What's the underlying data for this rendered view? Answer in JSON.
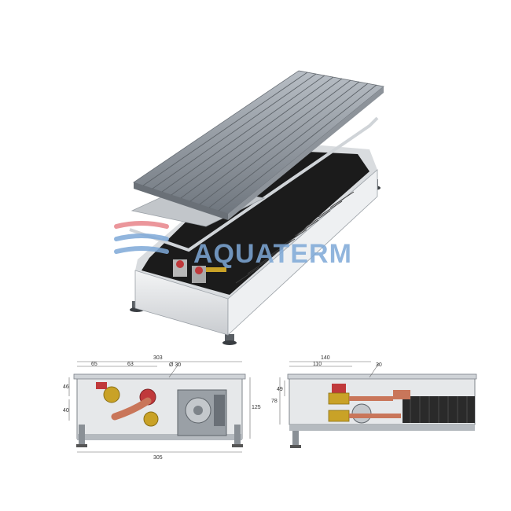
{
  "watermark": {
    "text": "AQUATERM",
    "colors": {
      "blue": "#7ea9d8",
      "red": "#e8848a"
    }
  },
  "front_view": {
    "dims": {
      "total_width": "303",
      "part_a": "65",
      "part_b": "63",
      "diameter": "Ø 30",
      "upper_left": "46",
      "lower_left": "40",
      "height_right": "125",
      "bottom_width": "305"
    }
  },
  "side_view": {
    "dims": {
      "outer_width": "140",
      "inner_width": "110",
      "height": "78",
      "inner_height": "49",
      "diameter": "30"
    }
  },
  "colors": {
    "grille": "#8a9198",
    "housing": "#e6e8ea",
    "heat_exchanger": "#1b1b1b",
    "valve_red": "#c0393b",
    "pipe_copper": "#c9765a",
    "brass": "#c9a227"
  }
}
